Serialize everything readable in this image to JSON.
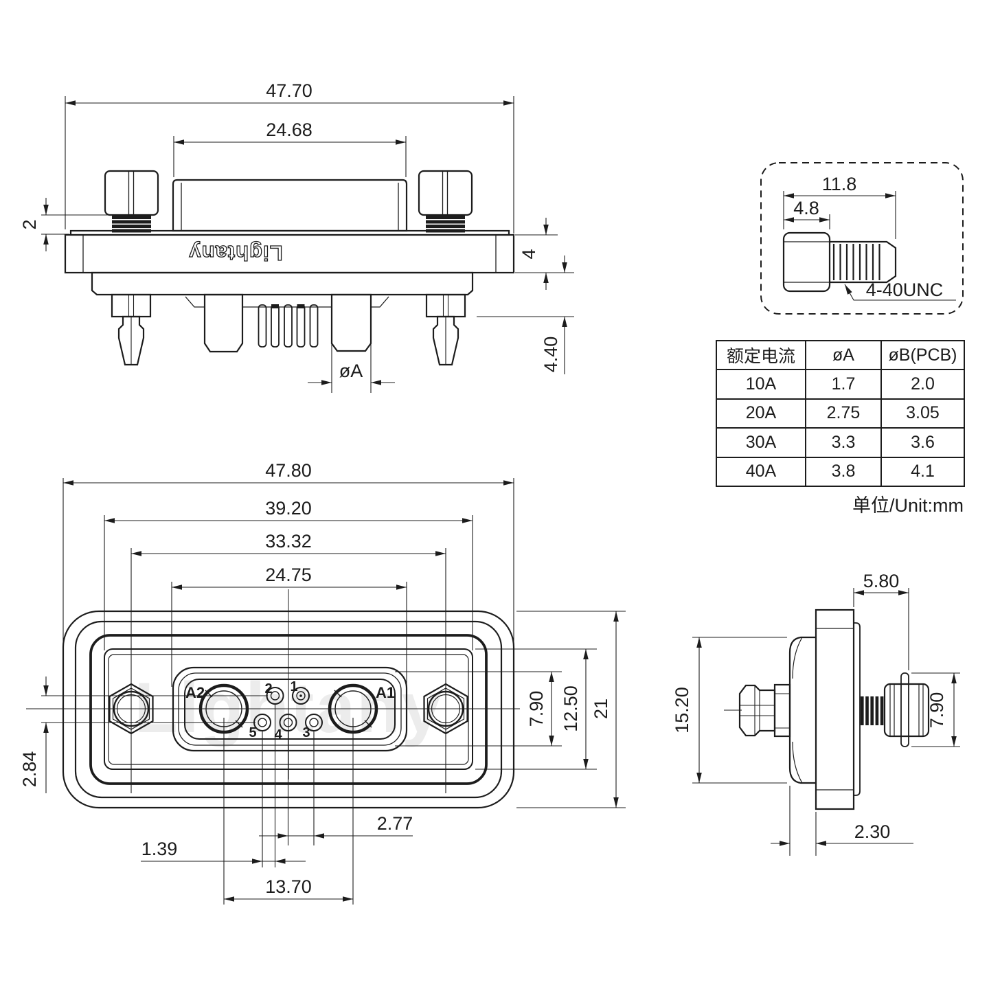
{
  "brand": {
    "logo": "Lightany",
    "watermark": "Lightany"
  },
  "side_view": {
    "overall_width": "47.70",
    "shroud_width": "24.68",
    "screw_travel": "2",
    "flange_thickness": "4",
    "rear_depth": "4.40",
    "contact_dia_label": "øA"
  },
  "screw_view": {
    "total_length": "11.8",
    "head_length": "4.8",
    "thread_spec": "4-40UNC"
  },
  "front_view": {
    "overall_width": "47.80",
    "flange_width": "39.20",
    "mount_spacing": "33.32",
    "shroud_width": "24.75",
    "row_offset": "2.84",
    "pin_pitch": "2.77",
    "row_stagger": "1.39",
    "power_contact_spacing": "13.70",
    "shroud_height": "7.90",
    "flange_height": "12.50",
    "overall_height": "21",
    "labels": {
      "a1": "A1",
      "a2": "A2",
      "p1": "1",
      "p2": "2",
      "p3": "3",
      "p4": "4",
      "p5": "5"
    }
  },
  "right_view": {
    "mating_depth": "5.80",
    "body_height": "15.20",
    "nut_height": "7.90",
    "flange_offset": "2.30"
  },
  "table": {
    "headers": [
      "额定电流",
      "øA",
      "øB(PCB)"
    ],
    "rows": [
      [
        "10A",
        "1.7",
        "2.0"
      ],
      [
        "20A",
        "2.75",
        "3.05"
      ],
      [
        "30A",
        "3.3",
        "3.6"
      ],
      [
        "40A",
        "3.8",
        "4.1"
      ]
    ],
    "unit_note": "单位/Unit:mm"
  }
}
